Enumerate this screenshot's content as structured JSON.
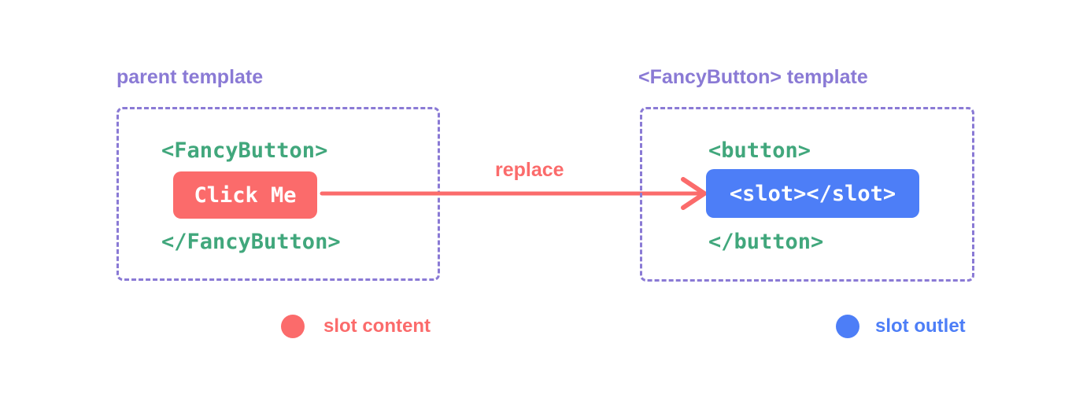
{
  "diagram": {
    "parent_template": {
      "title": "parent template",
      "open_tag": "<FancyButton>",
      "button_label": "Click Me",
      "close_tag": "</FancyButton>"
    },
    "fancy_button_template": {
      "title": "<FancyButton> template",
      "open_tag": "<button>",
      "slot_tag": "<slot></slot>",
      "close_tag": "</button>"
    },
    "arrow": {
      "label": "replace",
      "color": "#FB6B6B"
    },
    "legend": {
      "slot_content": {
        "label": "slot content",
        "color": "#FB6B6B"
      },
      "slot_outlet": {
        "label": "slot outlet",
        "color": "#4D7EF7"
      }
    },
    "colors": {
      "purple": "#8A7AD5",
      "green": "#41A77C",
      "red": "#FB6B6B",
      "blue": "#4D7EF7",
      "background": "#FFFFFF"
    }
  }
}
